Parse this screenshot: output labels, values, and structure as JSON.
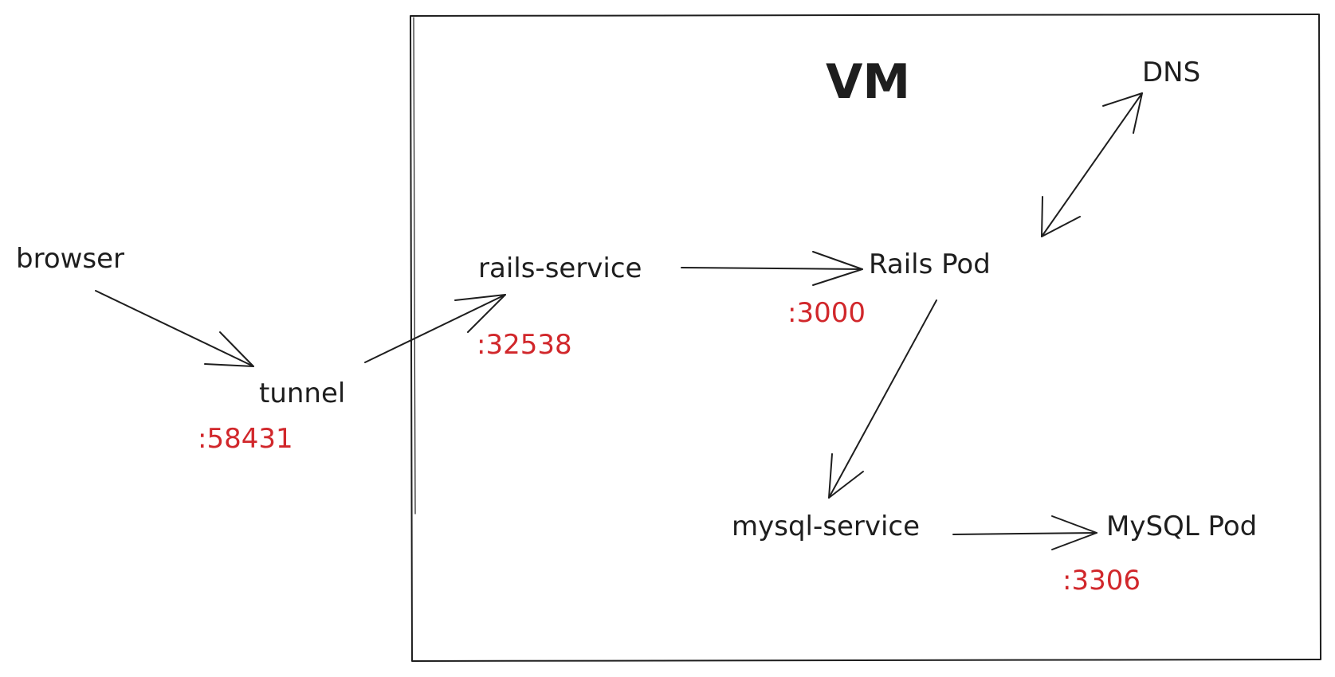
{
  "colors": {
    "ink": "#1e1e1e",
    "port": "#d1272b",
    "background": "#ffffff"
  },
  "vm": {
    "title": "VM"
  },
  "nodes": {
    "browser": {
      "label": "browser"
    },
    "tunnel": {
      "label": "tunnel",
      "port": ":58431"
    },
    "rails_service": {
      "label": "rails-service",
      "port": ":32538"
    },
    "rails_pod": {
      "label": "Rails Pod",
      "port": ":3000"
    },
    "dns": {
      "label": "DNS"
    },
    "mysql_service": {
      "label": "mysql-service"
    },
    "mysql_pod": {
      "label": "MySQL Pod",
      "port": ":3306"
    }
  },
  "edges": [
    {
      "from": "browser",
      "to": "tunnel",
      "direction": "forward"
    },
    {
      "from": "tunnel",
      "to": "rails_service",
      "direction": "forward"
    },
    {
      "from": "rails_service",
      "to": "rails_pod",
      "direction": "forward"
    },
    {
      "from": "rails_pod",
      "to": "dns",
      "direction": "both"
    },
    {
      "from": "rails_pod",
      "to": "mysql_service",
      "direction": "forward"
    },
    {
      "from": "mysql_service",
      "to": "mysql_pod",
      "direction": "forward"
    }
  ]
}
